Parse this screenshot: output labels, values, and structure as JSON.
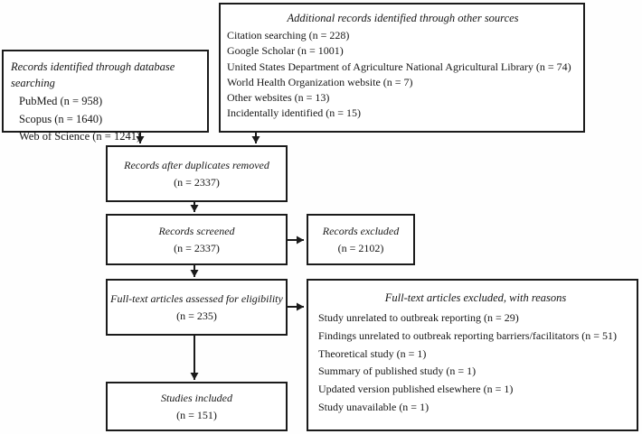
{
  "diagram": {
    "database_box": {
      "title": "Records identified through database searching",
      "items": [
        "PubMed (n = 958)",
        "Scopus (n = 1640)",
        "Web of Science (n = 1241)"
      ]
    },
    "other_sources_box": {
      "title": "Additional records identified through other sources",
      "items": [
        "Citation searching (n = 228)",
        "Google Scholar (n = 1001)",
        "United States Department of Agriculture National Agricultural Library (n = 74)",
        "World Health Organization website (n = 7)",
        "Other websites (n = 13)",
        "Incidentally identified (n = 15)"
      ]
    },
    "duplicates_box": {
      "title": "Records after duplicates removed",
      "count": "(n = 2337)"
    },
    "screened_box": {
      "title": "Records screened",
      "count": "(n = 2337)"
    },
    "excluded_box": {
      "title": "Records excluded",
      "count": "(n = 2102)"
    },
    "fulltext_box": {
      "title": "Full-text articles assessed for eligibility",
      "count": "(n = 235)"
    },
    "reasons_box": {
      "title": "Full-text articles excluded, with reasons",
      "items": [
        "Study unrelated to outbreak reporting (n = 29)",
        "Findings unrelated to outbreak reporting barriers/facilitators (n = 51)",
        "Theoretical study (n = 1)",
        "Summary of published study (n = 1)",
        "Updated version published elsewhere (n = 1)",
        "Study unavailable (n = 1)"
      ]
    },
    "included_box": {
      "title": "Studies included",
      "count": "(n = 151)"
    }
  },
  "colors": {
    "border": "#1b1b1b",
    "text": "#161616",
    "background": "#ffffff"
  }
}
